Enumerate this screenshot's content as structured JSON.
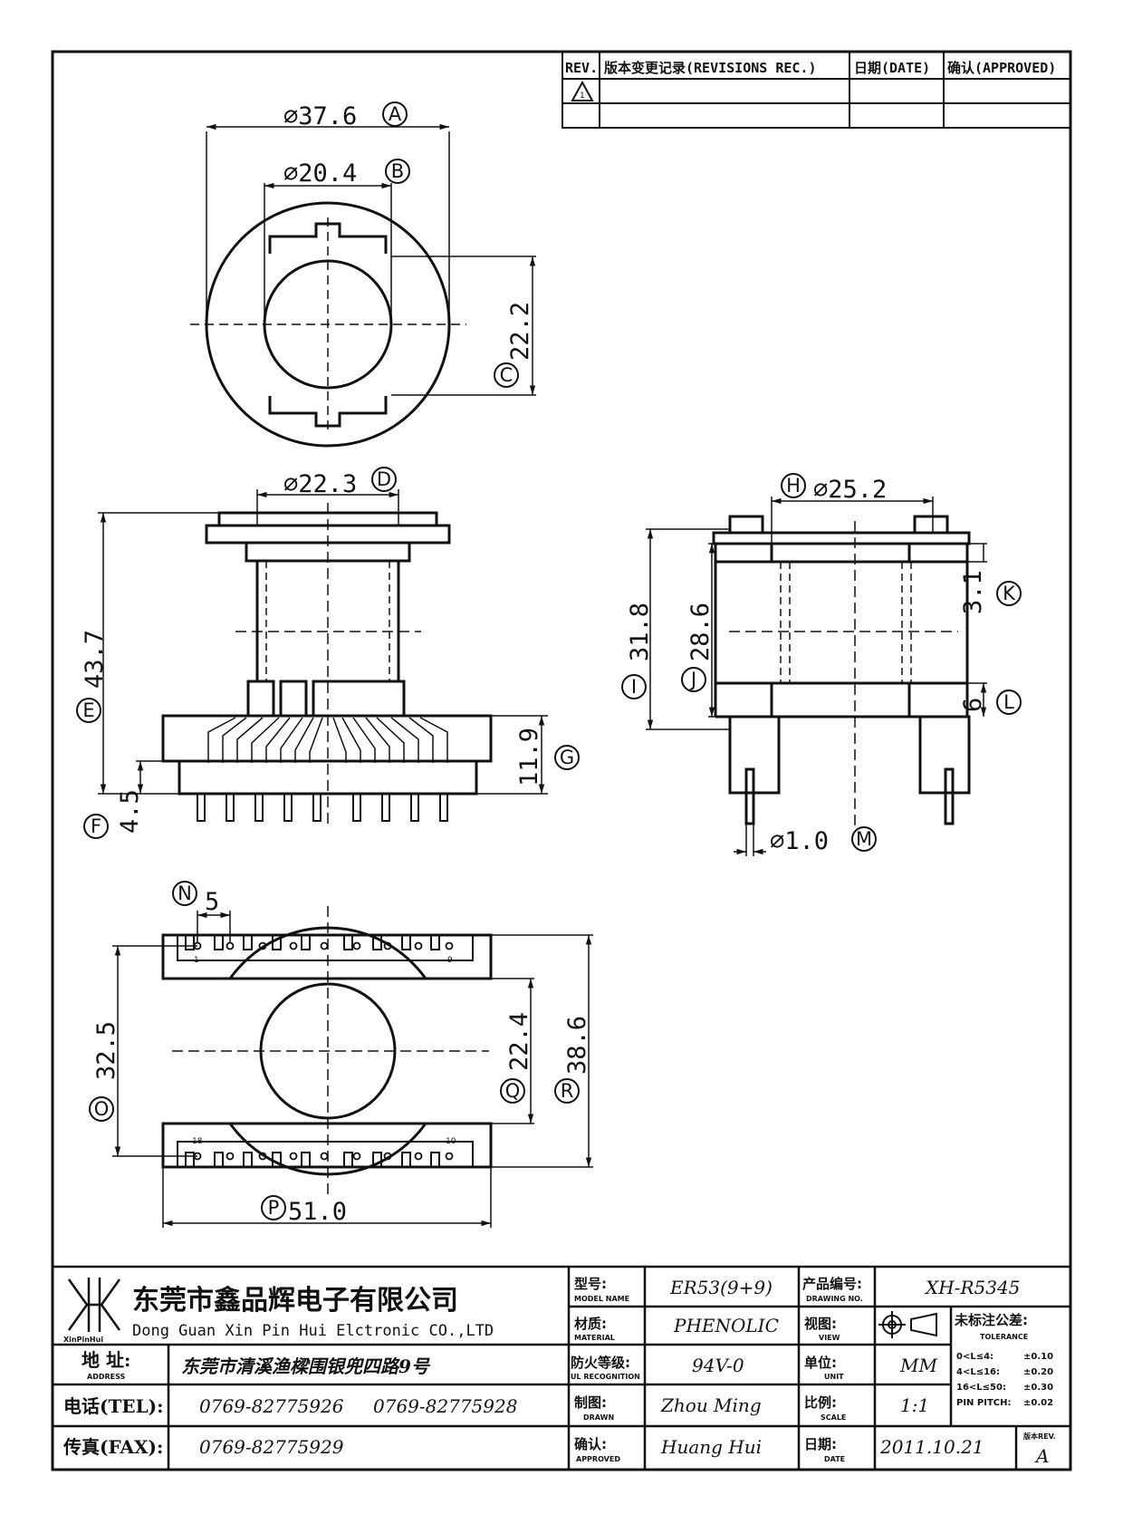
{
  "revision_table": {
    "col_rev": "REV.",
    "col_rec": "版本变更记录(REVISIONS REC.)",
    "col_date": "日期(DATE)",
    "col_approved": "确认(APPROVED)",
    "row1_rev": "1"
  },
  "dimensions": {
    "A": "⌀37.6",
    "A_tag": "A",
    "B": "⌀20.4",
    "B_tag": "B",
    "C": "22.2",
    "C_tag": "C",
    "D": "⌀22.3",
    "D_tag": "D",
    "E": "43.7",
    "E_tag": "E",
    "F": "4.5",
    "F_tag": "F",
    "G": "11.9",
    "G_tag": "G",
    "H": "⌀25.2",
    "H_tag": "H",
    "I": "31.8",
    "I_tag": "I",
    "J": "28.6",
    "J_tag": "J",
    "K": "3.1",
    "K_tag": "K",
    "L": "6",
    "L_tag": "L",
    "M": "⌀1.0",
    "M_tag": "M",
    "N": "5",
    "N_tag": "N",
    "O": "32.5",
    "O_tag": "O",
    "P": "51.0",
    "P_tag": "P",
    "Q": "22.4",
    "Q_tag": "Q",
    "R": "38.6",
    "R_tag": "R"
  },
  "pin_labels": {
    "top_left": "1",
    "top_right": "9",
    "bottom_left": "18",
    "bottom_right": "10"
  },
  "title_block": {
    "company_cn": "东莞市鑫品辉电子有限公司",
    "company_en": "Dong Guan Xin Pin Hui Elctronic CO.,LTD",
    "logo_text": "XinPinHui",
    "address_label": "地 址:",
    "address_label_en": "ADDRESS",
    "address": "东莞市清溪渔樑围银兜四路9号",
    "tel_label": "电话(TEL):",
    "tel1": "0769-82775926",
    "tel2": "0769-82775928",
    "fax_label": "传真(FAX):",
    "fax": "0769-82775929",
    "model_label": "型号:",
    "model_label_en": "MODEL NAME",
    "model": "ER53(9+9)",
    "material_label": "材质:",
    "material_label_en": "MATERIAL",
    "material": "PHENOLIC",
    "ul_label": "防火等级:",
    "ul_label_en": "UL RECOGNITION",
    "ul": "94V-0",
    "drawn_label": "制图:",
    "drawn_label_en": "DRAWN",
    "drawn": "Zhou Ming",
    "approved_label": "确认:",
    "approved_label_en": "APPROVED",
    "approved": "Huang Hui",
    "drawing_no_label": "产品编号:",
    "drawing_no_label_en": "DRAWING NO.",
    "drawing_no": "XH-R5345",
    "view_label": "视图:",
    "view_label_en": "VIEW",
    "unit_label": "单位:",
    "unit_label_en": "UNIT",
    "unit": "MM",
    "scale_label": "比例:",
    "scale_label_en": "SCALE",
    "scale": "1:1",
    "date_label": "日期:",
    "date_label_en": "DATE",
    "date": "2011.10.21",
    "tolerance_label": "未标注公差:",
    "tolerance_label_en": "TOLERANCE",
    "tolerances": [
      {
        "range": "0<L≤4:",
        "value": "±0.10"
      },
      {
        "range": "4<L≤16:",
        "value": "±0.20"
      },
      {
        "range": "16<L≤50:",
        "value": "±0.30"
      },
      {
        "range": "PIN PITCH:",
        "value": "±0.02"
      }
    ],
    "rev_label": "版本REV.",
    "rev": "A"
  }
}
